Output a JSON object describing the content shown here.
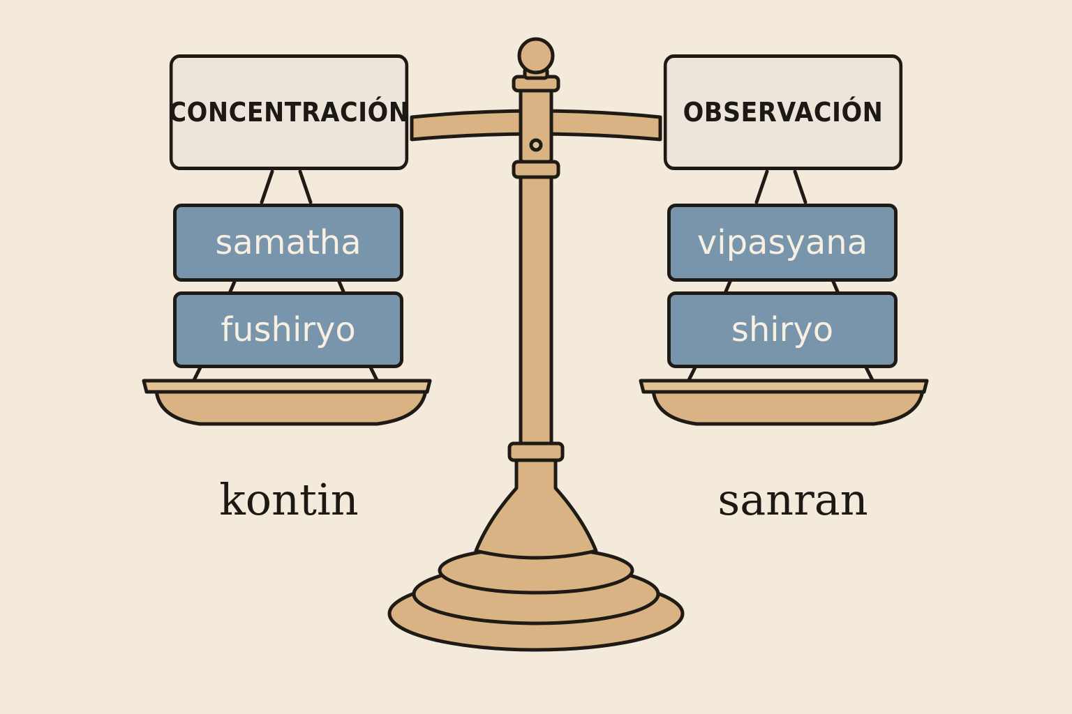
{
  "left": {
    "header": "CONCENTRACIÓN",
    "terms": [
      "samatha",
      "fushiryo"
    ],
    "caption": "kontin"
  },
  "right": {
    "header": "OBSERVACIÓN",
    "terms": [
      "vipasyana",
      "shiryo"
    ],
    "caption": "sanran"
  },
  "colors": {
    "background": "#f4eadb",
    "brass": "#d9b383",
    "outline": "#1e1a16",
    "header_fill": "#eee5da",
    "term_fill": "#7995ab",
    "term_text": "#f6efe2"
  }
}
